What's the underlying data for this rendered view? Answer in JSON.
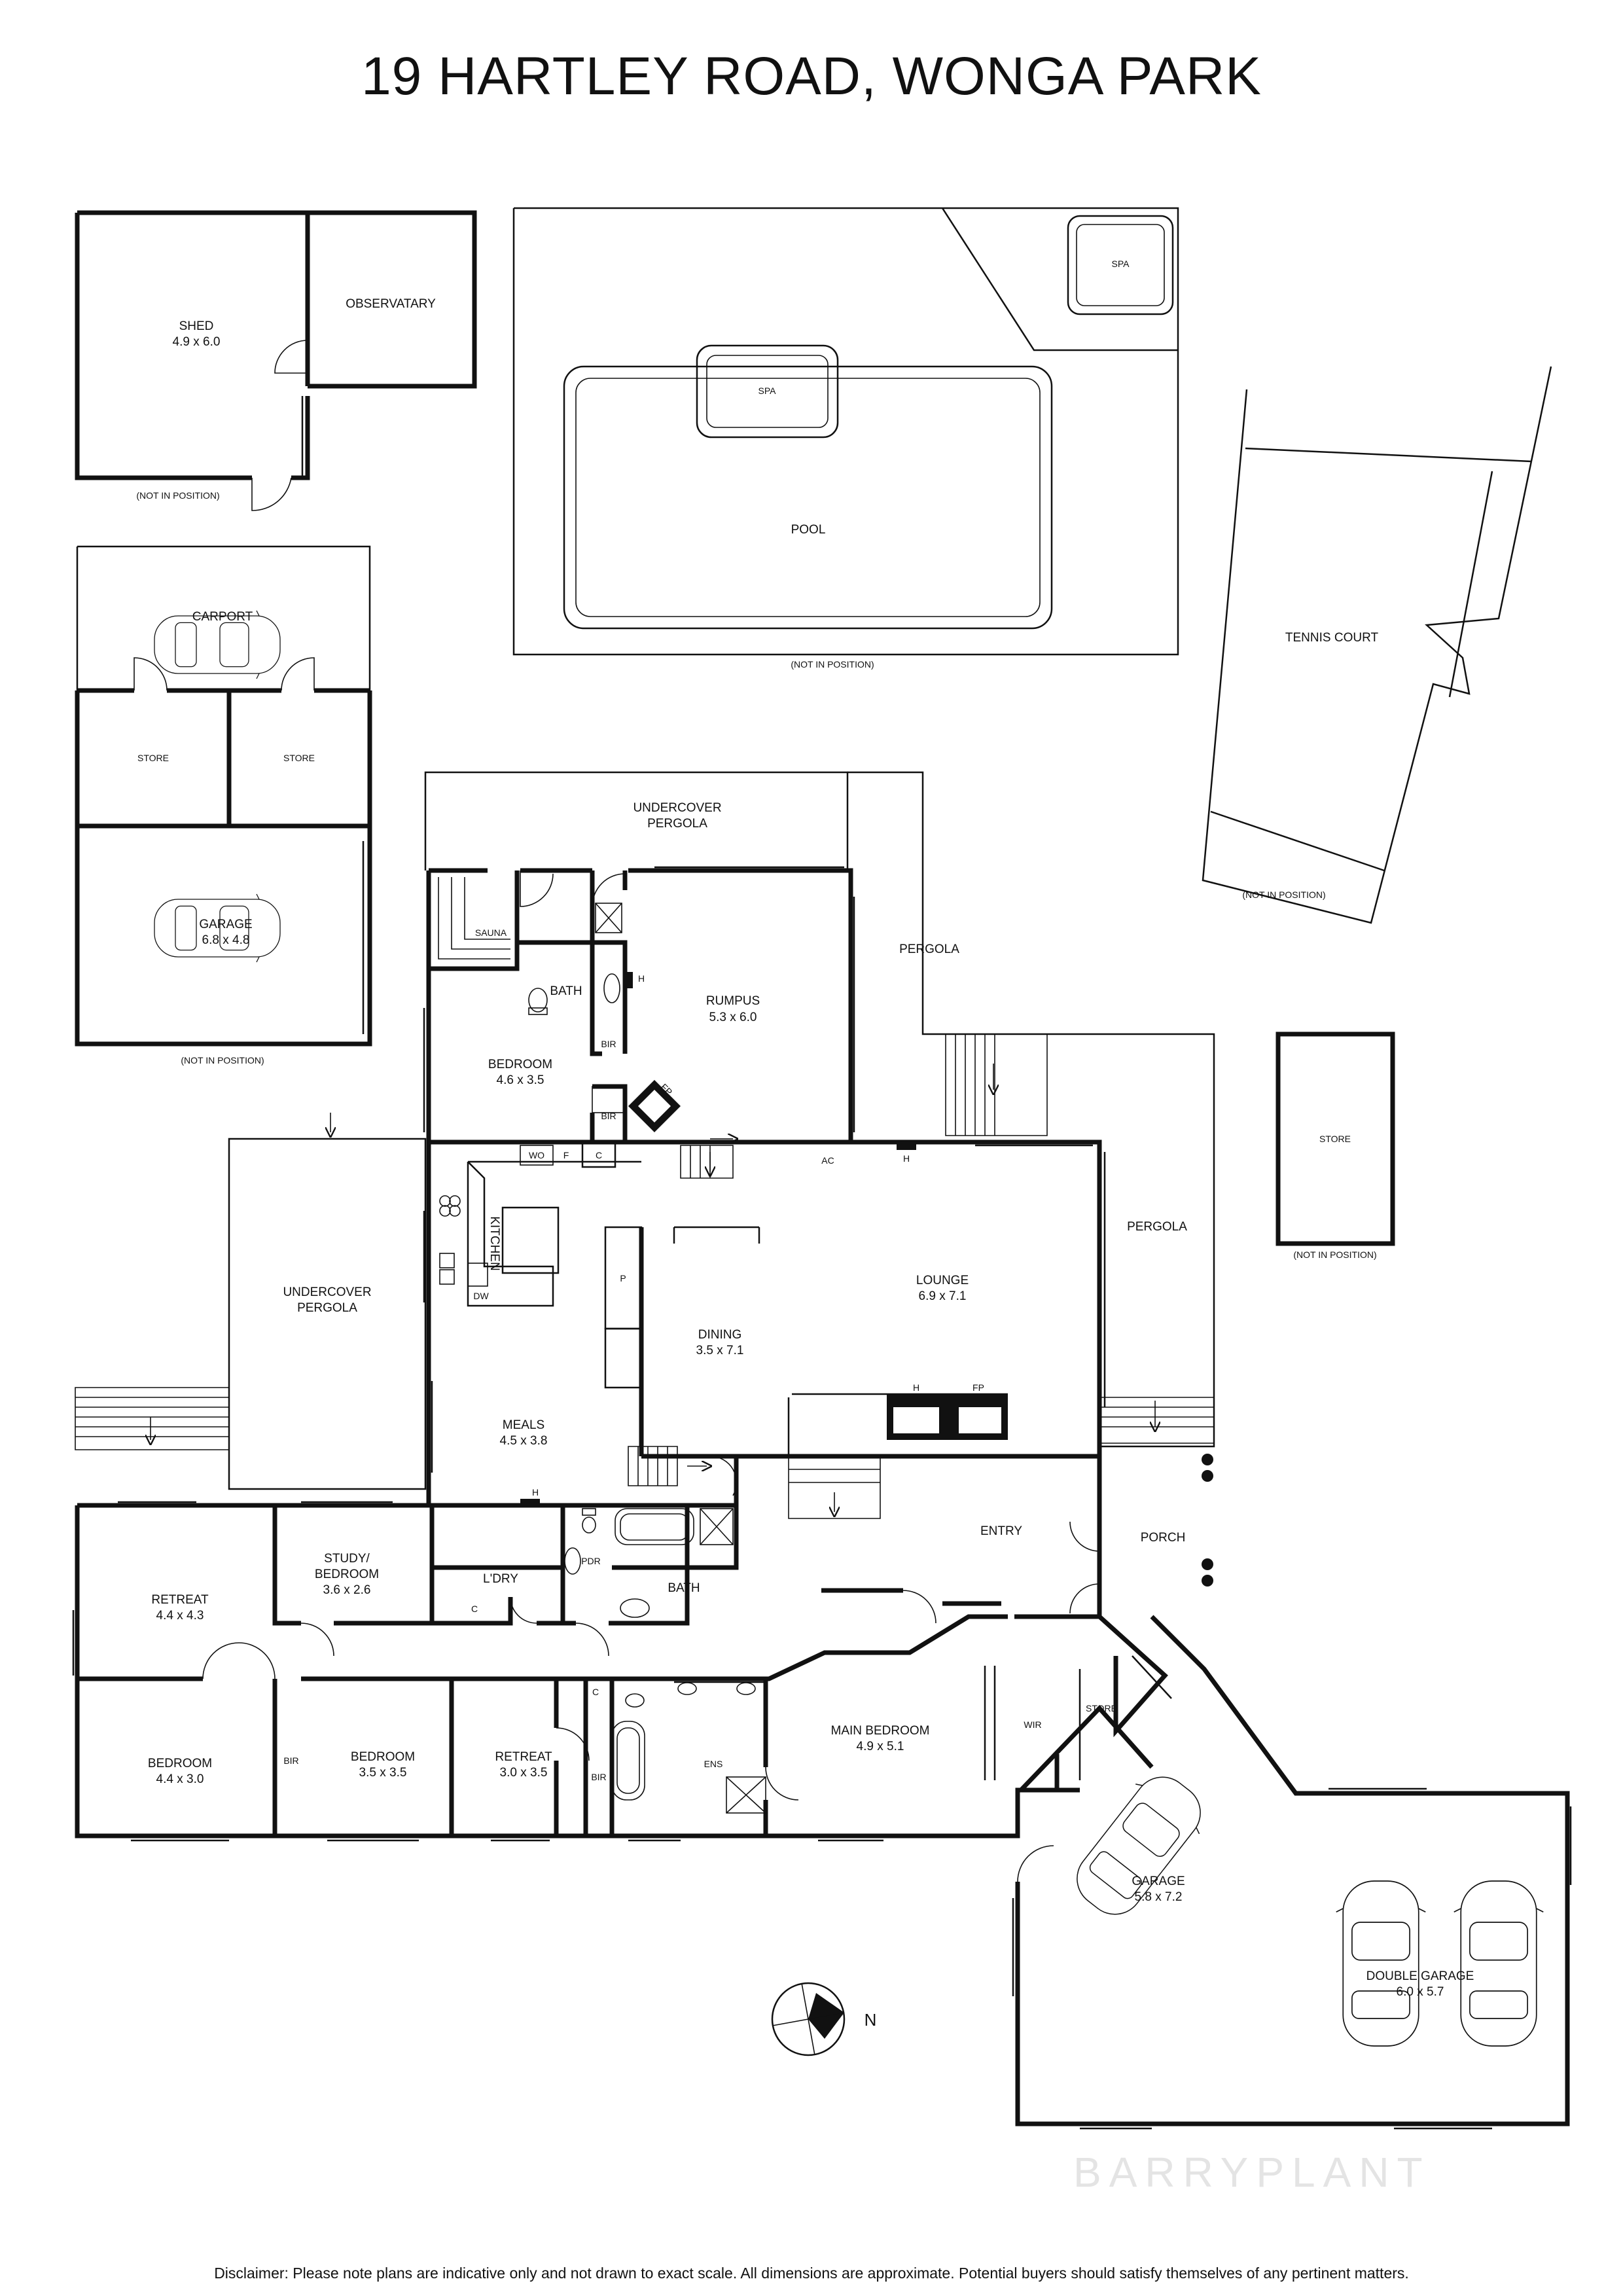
{
  "title": "19 HARTLEY ROAD, WONGA PARK",
  "rooms": {
    "shed": {
      "name": "SHED",
      "size": "4.9 x 6.0"
    },
    "observatory": {
      "name": "OBSERVATARY"
    },
    "carport": {
      "name": "CARPORT"
    },
    "store_left": {
      "name": "STORE"
    },
    "store_right": {
      "name": "STORE"
    },
    "garage_outbuilding": {
      "name": "GARAGE",
      "size": "6.8 x 4.8"
    },
    "pool": {
      "name": "POOL"
    },
    "spa_main": {
      "name": "SPA"
    },
    "spa_corner": {
      "name": "SPA"
    },
    "tennis_court": {
      "name": "TENNIS COURT"
    },
    "store_detached": {
      "name": "STORE"
    },
    "undercover_pergola_top": {
      "line1": "UNDERCOVER",
      "line2": "PERGOLA"
    },
    "undercover_pergola_left": {
      "line1": "UNDERCOVER",
      "line2": "PERGOLA"
    },
    "pergola_right_top": {
      "name": "PERGOLA"
    },
    "pergola_right": {
      "name": "PERGOLA"
    },
    "sauna": {
      "name": "SAUNA"
    },
    "bath_upper": {
      "name": "BATH"
    },
    "rumpus": {
      "name": "RUMPUS",
      "size": "5.3 x 6.0"
    },
    "bedroom_upper": {
      "name": "BEDROOM",
      "size": "4.6 x 3.5"
    },
    "kitchen": {
      "name": "KITCHEN"
    },
    "dining": {
      "name": "DINING",
      "size": "3.5 x 7.1"
    },
    "lounge": {
      "name": "LOUNGE",
      "size": "6.9 x 7.1"
    },
    "meals": {
      "name": "MEALS",
      "size": "4.5 x 3.8"
    },
    "entry": {
      "name": "ENTRY"
    },
    "porch": {
      "name": "PORCH"
    },
    "retreat_left": {
      "name": "RETREAT",
      "size": "4.4 x 4.3"
    },
    "study": {
      "line1": "STUDY/",
      "line2": "BEDROOM",
      "size": "3.6 x 2.6"
    },
    "laundry": {
      "name": "L'DRY"
    },
    "pdr": {
      "name": "PDR"
    },
    "bath_lower": {
      "name": "BATH"
    },
    "bedroom_left": {
      "name": "BEDROOM",
      "size": "4.4 x 3.0"
    },
    "bedroom_mid": {
      "name": "BEDROOM",
      "size": "3.5 x 3.5"
    },
    "retreat_mid": {
      "name": "RETREAT",
      "size": "3.0 x 3.5"
    },
    "ens": {
      "name": "ENS"
    },
    "main_bedroom": {
      "name": "MAIN BEDROOM",
      "size": "4.9 x 5.1"
    },
    "wir": {
      "name": "WIR"
    },
    "store_garage": {
      "name": "STORE"
    },
    "garage": {
      "name": "GARAGE",
      "size": "5.8 x 7.2"
    },
    "double_garage": {
      "name": "DOUBLE GARAGE",
      "size": "6.0 x 5.7"
    }
  },
  "fixtures": {
    "bir": "BIR",
    "h": "H",
    "fp": "FP",
    "wo": "WO",
    "f": "F",
    "c": "C",
    "ac": "AC",
    "dw": "DW",
    "p": "P"
  },
  "not_in_position": "(NOT IN POSITION)",
  "compass_label": "N",
  "brand": "BARRYPLANT",
  "disclaimer": "Disclaimer: Please note plans are indicative only and not drawn to exact scale. All dimensions are approximate. Potential buyers should satisfy themselves of any pertinent matters."
}
